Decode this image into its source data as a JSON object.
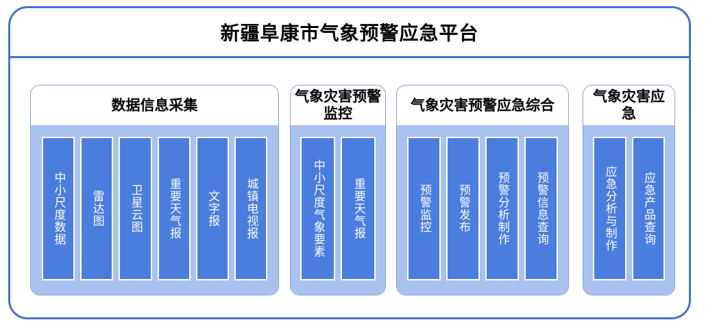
{
  "platform": {
    "title": "新疆阜康市气象预警应急平台"
  },
  "colors": {
    "frame_border": "#4472c4",
    "panel_border": "#7f9fd6",
    "panel_body_bg": "#a9c2ef",
    "item_bar_bg": "#4a7ddd",
    "item_bar_border": "#ffffff",
    "item_text": "#ffffff",
    "title_text": "#000000",
    "page_bg": "#ffffff"
  },
  "panels": [
    {
      "title": "数据信息采集",
      "items": [
        {
          "label": "中小尺度数据"
        },
        {
          "label": "雷达图"
        },
        {
          "label": "卫星云图"
        },
        {
          "label": "重要天气报"
        },
        {
          "label": "文字报"
        },
        {
          "label": "城镇电视报"
        }
      ]
    },
    {
      "title": "气象灾害预警监控",
      "items": [
        {
          "label": "中小尺度气象要素"
        },
        {
          "label": "重要天气报"
        }
      ]
    },
    {
      "title": "气象灾害预警应急综合",
      "items": [
        {
          "label": "预警监控"
        },
        {
          "label": "预警发布"
        },
        {
          "label": "预警分析制作"
        },
        {
          "label": "预警信息查询"
        }
      ]
    },
    {
      "title": "气象灾害应急",
      "items": [
        {
          "label": "应急分析与制作"
        },
        {
          "label": "应急产品查询"
        }
      ]
    }
  ]
}
